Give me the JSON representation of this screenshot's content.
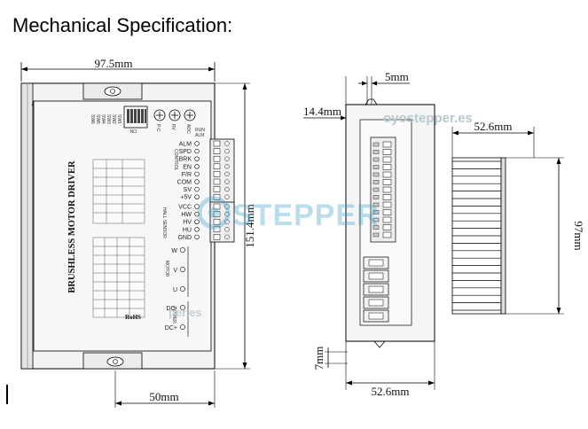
{
  "title": "Mechanical Specification:",
  "dimensions": {
    "top_width": "97.5mm",
    "height": "151.4mm",
    "bottom_width": "50mm",
    "side_top_offset": "14.4mm",
    "side_slot": "5mm",
    "side_bottom": "7mm",
    "side_width": "52.6mm",
    "heatsink_width": "52.6mm",
    "heatsink_height": "97mm"
  },
  "driver_label": "BRUSHLESS  MOTOR  DRIVER",
  "dip_labels": [
    "SW6",
    "SW5",
    "SW4",
    "SW3",
    "SW2",
    "SW1"
  ],
  "dip_on_label": "ON",
  "pot_labels": [
    "P-C",
    "RV",
    "ADC"
  ],
  "control_pins": [
    "ALM",
    "SPD",
    "BRK",
    "EN",
    "F/R",
    "COM",
    "SV",
    "+5V"
  ],
  "control_group": "CONTROL",
  "hall_pins": [
    "VCC",
    "HW",
    "HV",
    "HU",
    "GND"
  ],
  "hall_group": "HALL SENSOR",
  "motor_pins": [
    "W",
    "V",
    "U"
  ],
  "motor_group": "MOTOR",
  "power_pins": [
    "DC-",
    "DC+"
  ],
  "power_group": "POWER",
  "top_right_labels": [
    "RUN",
    "ALM"
  ],
  "cert_marks": "RoHS",
  "watermark_main": "STEPPER",
  "watermark_url": "oyostepper.es",
  "watermark_small": "per.es"
}
